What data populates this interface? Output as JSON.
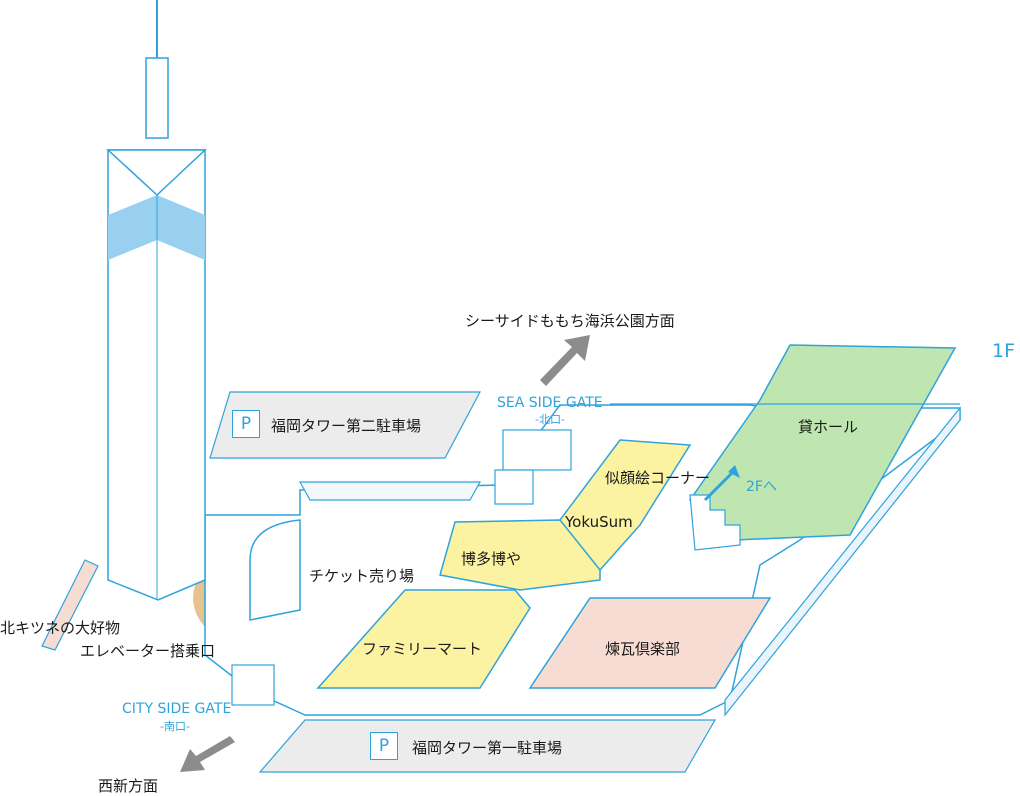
{
  "floor_label": "1F",
  "labels": {
    "seaside_direction": "シーサイドももち海浜公園方面",
    "parking_2": "福岡タワー第二駐車場",
    "parking_1": "福岡タワー第一駐車場",
    "parking_symbol": "P",
    "sea_side_gate": "SEA SIDE GATE",
    "north_gate": "-北口-",
    "city_side_gate": "CITY SIDE GATE",
    "south_gate": "-南口-",
    "nishijin_direction": "西新方面",
    "rental_hall": "貸ホール",
    "portrait_corner": "似顔絵コーナー",
    "to_2f": "2Fへ",
    "yokusum": "YokuSum",
    "hakata_hakataya": "博多博や",
    "ticket_counter": "チケット売り場",
    "family_mart": "ファミリーマート",
    "renga_club": "煉瓦倶楽部",
    "kita_kitsune": "北キツネの大好物",
    "elevator_entrance": "エレベーター搭乗口"
  },
  "colors": {
    "line": "#2ea3dc",
    "shop_yellow": "#fbf3a2",
    "hall_green": "#bfe6b0",
    "renga_pink": "#f7dcd3",
    "ground_tan": "#e6c28e",
    "pond_blue": "#5bb6e6",
    "arrow_grey": "#8c8c8c",
    "parking_grey": "#ececec"
  },
  "icons": [
    "restroom-icon",
    "locker-icon",
    "atm-icon",
    "ticket-icon",
    "parking-icon",
    "arrow-icon"
  ]
}
